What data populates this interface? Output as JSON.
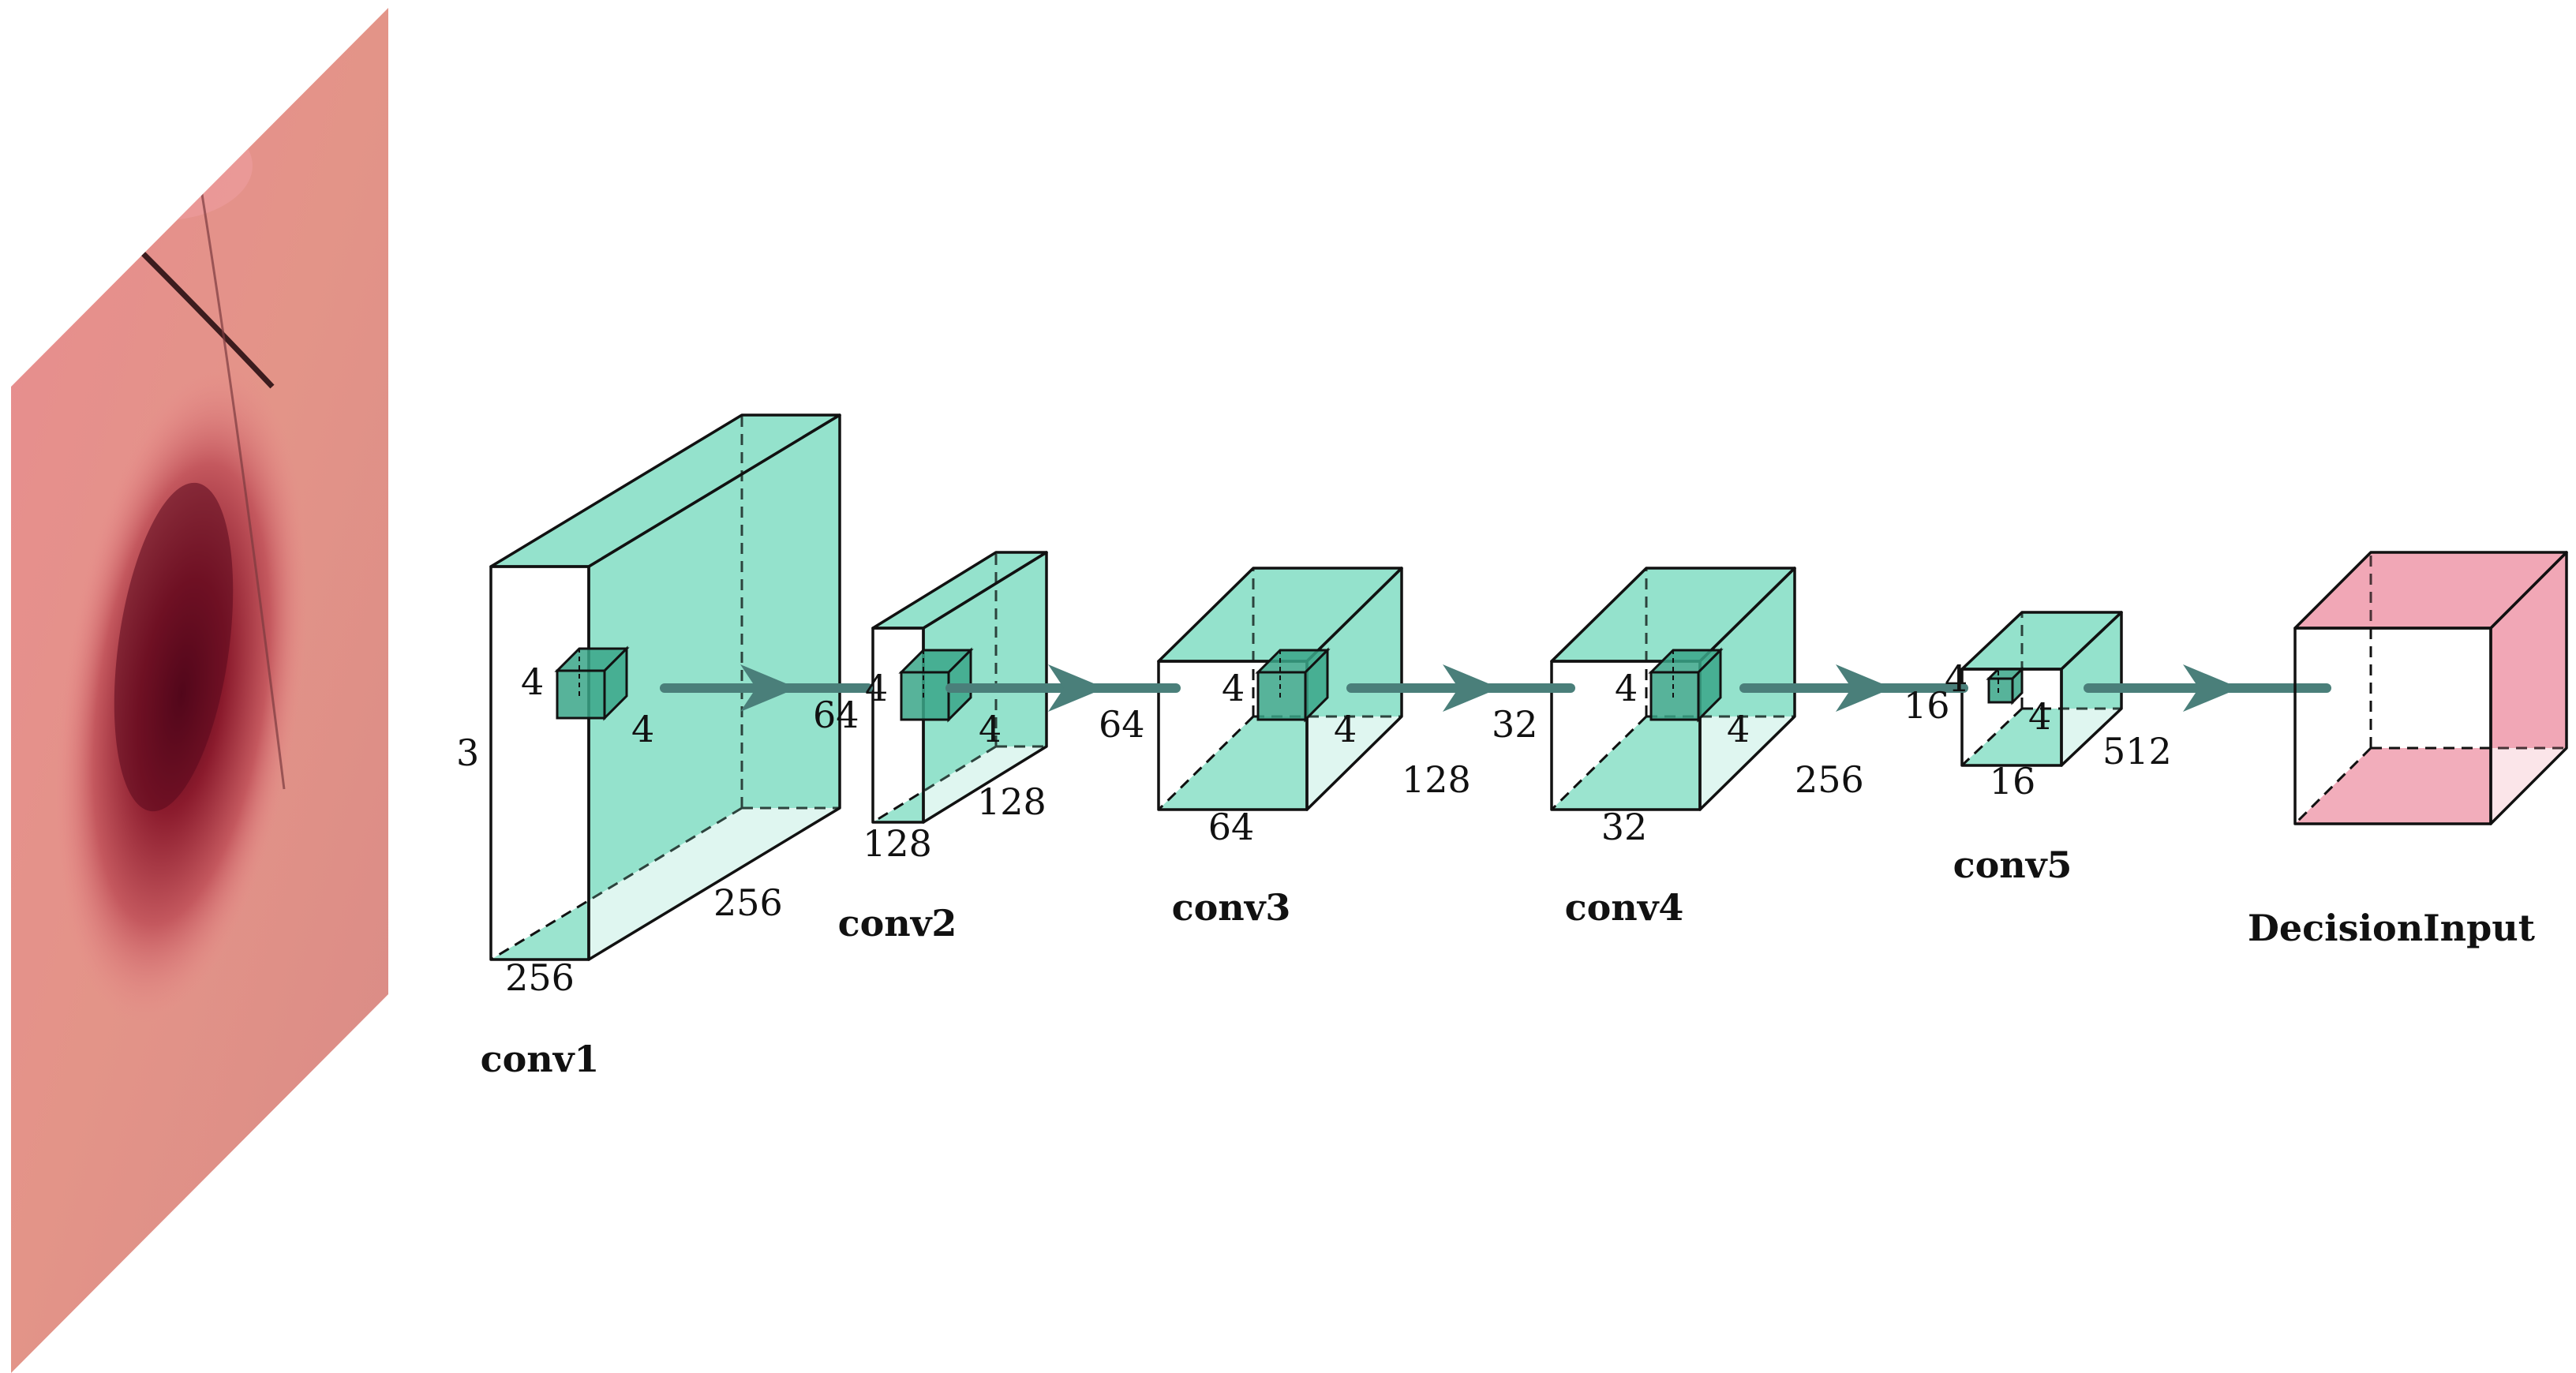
{
  "colors": {
    "block_fill": "#7fdcc2",
    "block_stroke": "#111111",
    "kernel_fill": "#3aa688",
    "arrow": "#4a7f7a",
    "decision_fill": "#ee96a8",
    "skin_base": "#e88a8a",
    "lesion": "#5a0a1e"
  },
  "input_image": {
    "icon": "dermoscopy-skin-lesion-image"
  },
  "layers": [
    {
      "name": "conv1",
      "dims": {
        "front_left": "3",
        "bottom": "256",
        "depth": "256"
      },
      "kernel": [
        "4",
        "4"
      ]
    },
    {
      "name": "conv2",
      "dims": {
        "front_left": "64",
        "bottom": "128",
        "depth": "128"
      },
      "kernel": [
        "4",
        "4"
      ]
    },
    {
      "name": "conv3",
      "dims": {
        "front_left": "64",
        "bottom": "64",
        "depth": "128"
      },
      "kernel": [
        "4",
        "4"
      ]
    },
    {
      "name": "conv4",
      "dims": {
        "front_left": "32",
        "bottom": "32",
        "depth": "256"
      },
      "kernel": [
        "4",
        "4"
      ]
    },
    {
      "name": "conv5",
      "dims": {
        "front_left": "16",
        "bottom": "16",
        "depth": "512"
      },
      "kernel": [
        "4",
        "4"
      ]
    }
  ],
  "output": {
    "name": "DecisionInput"
  }
}
